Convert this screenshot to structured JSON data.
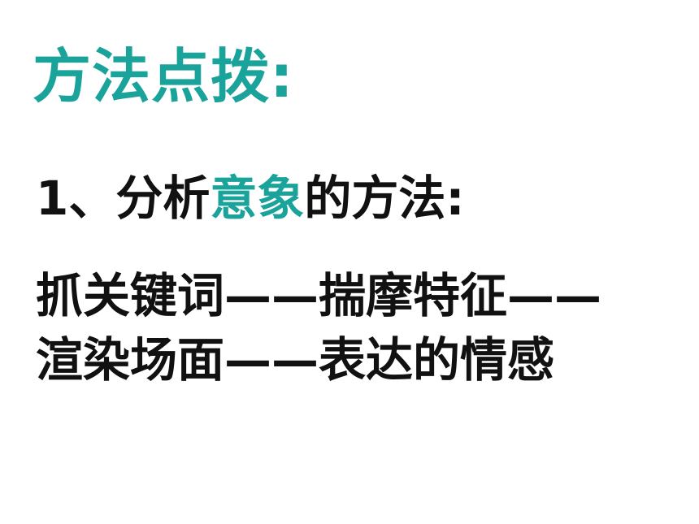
{
  "slide": {
    "heading": "方法点拨:",
    "subheading": {
      "prefix": "1、分析",
      "highlight": "意象",
      "suffix": "的方法:"
    },
    "lines": [
      "抓关键词——揣摩特征——",
      "渲染场面——表达的情感"
    ]
  },
  "colors": {
    "accent": "#1aa39a",
    "text": "#111111",
    "background": "#ffffff"
  }
}
